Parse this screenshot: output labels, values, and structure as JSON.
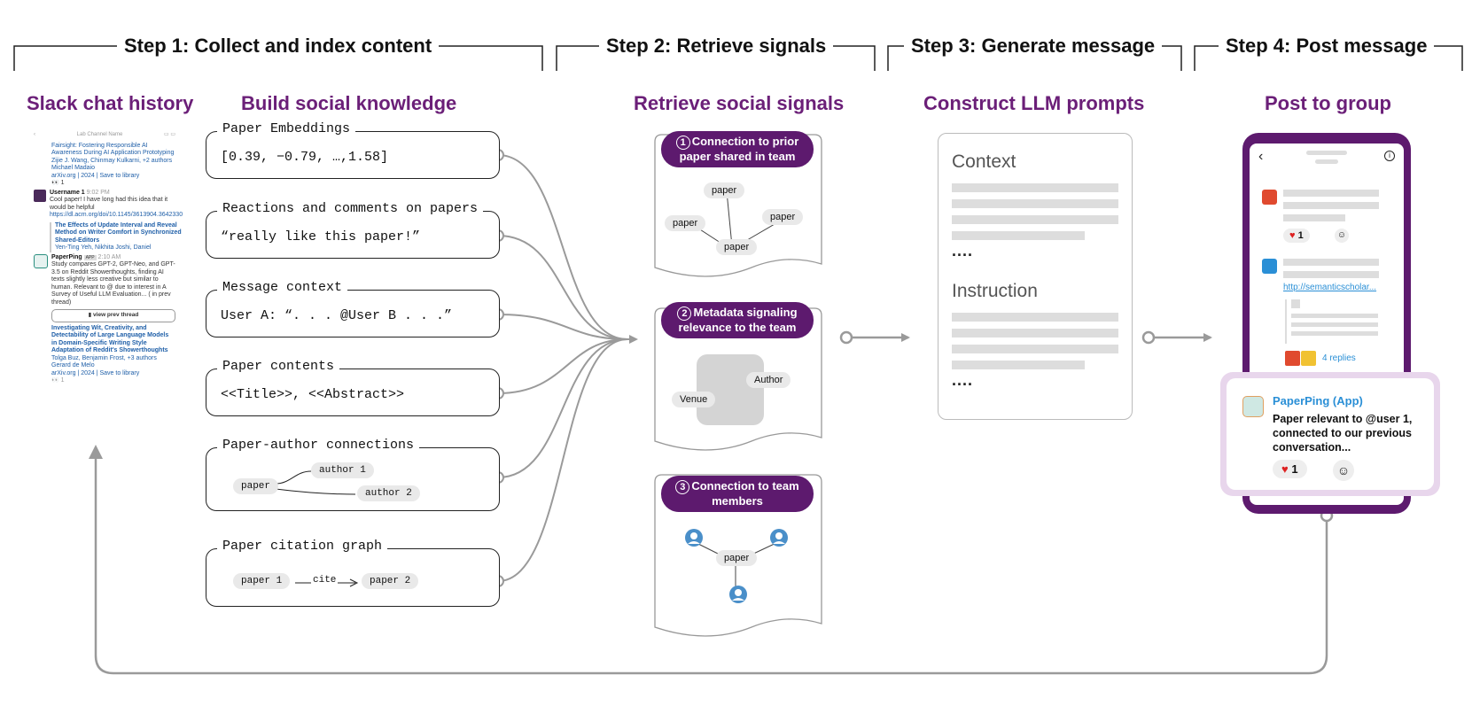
{
  "steps": {
    "step1": "Step 1: Collect and index content",
    "step2": "Step 2: Retrieve signals",
    "step3": "Step 3: Generate message",
    "step4": "Step 4: Post message"
  },
  "sections": {
    "slack_history": "Slack chat history",
    "build_knowledge": "Build social knowledge",
    "retrieve_signals": "Retrieve social signals",
    "construct_prompts": "Construct LLM prompts",
    "post_group": "Post to group"
  },
  "slack_chat": {
    "channel": "Lab Channel Name",
    "paper1_title": "Fairsight: Fostering Responsible AI Awareness During AI Application Prototyping",
    "paper1_authors": "Zijie J. Wang, Chinmay Kulkarni, +2 authors Michael Madaio",
    "paper1_meta": "arXiv.org | 2024 | Save to library",
    "reaction1": "1",
    "user1_name": "Username 1",
    "user1_time": "9:02 PM",
    "user1_msg": "Cool paper! I have long had this idea that it would be helpful",
    "user1_link": "https://dl.acm.org/doi/10.1145/3613904.3642330",
    "quote_title": "The Effects of Update Interval and Reveal Method on Writer Comfort in Synchronized Shared-Editors",
    "quote_authors": "Yen-Ting Yeh, Nikhita Joshi, Daniel",
    "bot_name": "PaperPing",
    "bot_app": "APP",
    "bot_time": "2:10 AM",
    "bot_msg": "Study compares GPT-2, GPT-Neo, and GPT-3.5 on Reddit Showerthoughts, finding AI texts slightly less creative but similar to human. Relevant to @ due to interest in A Survey of Useful LLM Evaluation... ( in prev thread)",
    "view_thread": "view prev thread",
    "paper2_title": "Investigating Wit, Creativity, and Detectability of Large Language Models in Domain-Specific Writing Style Adaptation of Reddit's Showerthoughts",
    "paper2_authors": "Tolga Buz, Benjamin Frost, +3 authors Gerard de Melo",
    "paper2_meta": "arXiv.org | 2024 | Save to library",
    "reaction2": "1"
  },
  "knowledge": [
    {
      "label": "Paper Embeddings",
      "content": "[0.39, −0.79, …,1.58]"
    },
    {
      "label": "Reactions and comments on papers",
      "content": "“really like this paper!”"
    },
    {
      "label": "Message context",
      "content": "User A: “. . . @User B . . .”"
    },
    {
      "label": "Paper contents",
      "content": "<<Title>>, <<Abstract>>"
    },
    {
      "label": "Paper-author connections",
      "nodes": [
        "paper",
        "author 1",
        "author 2"
      ]
    },
    {
      "label": "Paper citation graph",
      "nodes": [
        "paper 1",
        "cite",
        "paper 2"
      ]
    }
  ],
  "signals": {
    "s1_num": "1",
    "s1_title": "Connection to prior paper shared in team",
    "s1_nodes": [
      "paper",
      "paper",
      "paper",
      "paper"
    ],
    "s2_num": "2",
    "s2_title": "Metadata signaling relevance to the team",
    "s2_nodes": [
      "Author",
      "Venue"
    ],
    "s3_num": "3",
    "s3_title": "Connection to team members",
    "s3_node": "paper"
  },
  "llm": {
    "context": "Context",
    "instruction": "Instruction",
    "ellipsis": "...."
  },
  "phone": {
    "reaction1": "1",
    "link": "http://semanticscholar...",
    "replies": "4 replies",
    "app_name": "PaperPing (App)",
    "message": "Paper relevant to @user 1, connected to our previous conversation...",
    "reaction2": "1"
  },
  "colors": {
    "purple": "#6b1f78",
    "dark_purple": "#5d1a6e",
    "link_blue": "#2a8fd6",
    "gray_line": "#9a9a9a",
    "red": "#e04a2f",
    "yellow": "#f1c232",
    "blue_square": "#2a8fd6",
    "user_blue": "#4a8fc9"
  }
}
